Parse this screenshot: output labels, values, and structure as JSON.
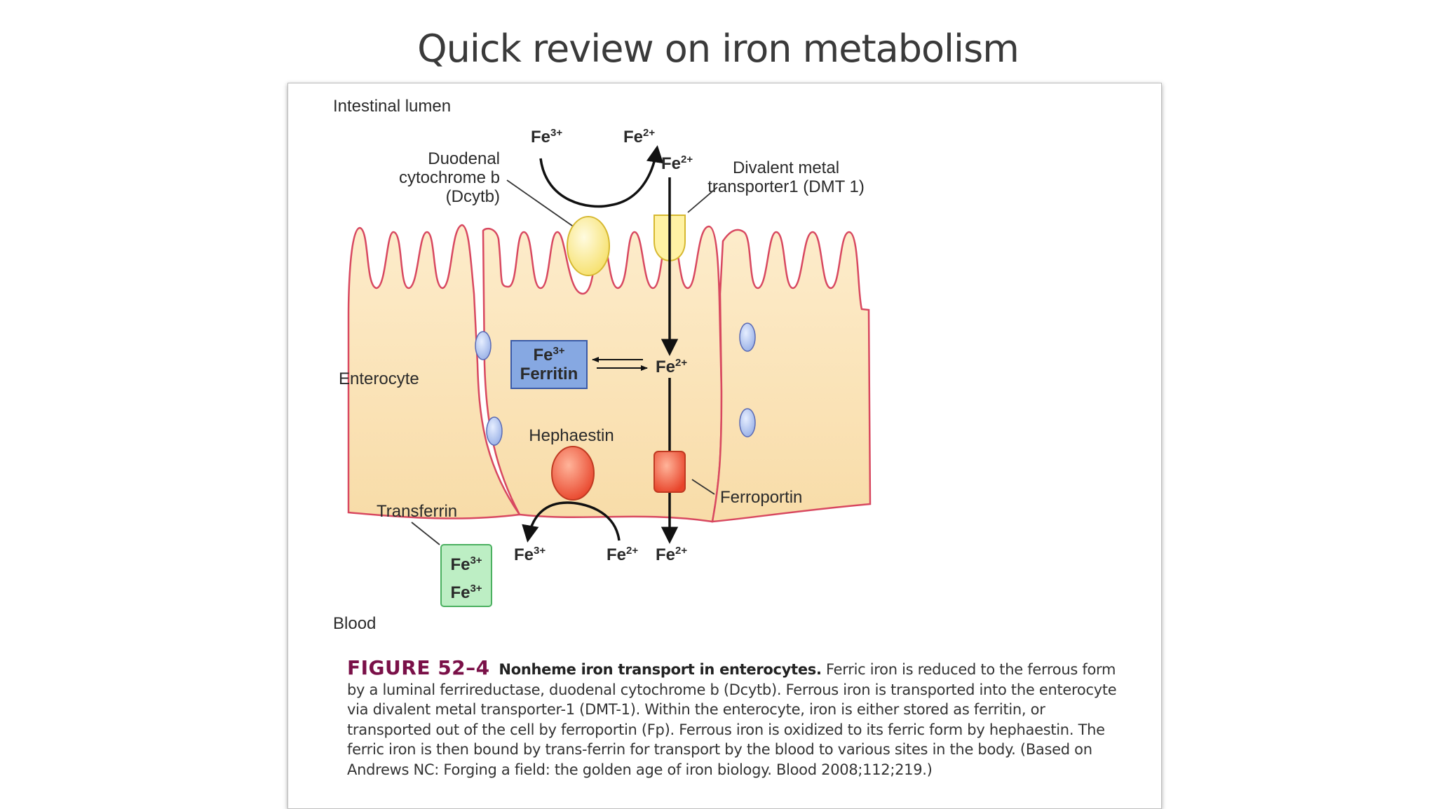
{
  "slide": {
    "title": "Quick review on iron metabolism"
  },
  "labels": {
    "intestinal_lumen": "Intestinal lumen",
    "enterocyte": "Enterocyte",
    "blood": "Blood",
    "dcytb_line1": "Duodenal",
    "dcytb_line2": "cytochrome b",
    "dcytb_line3": "(Dcytb)",
    "dmt1_line1": "Divalent metal",
    "dmt1_line2": "transporter1 (DMT 1)",
    "hephaestin": "Hephaestin",
    "ferroportin": "Ferroportin",
    "transferrin": "Transferrin",
    "ferritin_ion": "Fe",
    "ferritin_charge": "3+",
    "ferritin_name": "Ferritin"
  },
  "ions": {
    "lumen_fe3": {
      "element": "Fe",
      "charge": "3+"
    },
    "lumen_fe2": {
      "element": "Fe",
      "charge": "2+"
    },
    "dmt1_fe2": {
      "element": "Fe",
      "charge": "2+"
    },
    "cell_fe2": {
      "element": "Fe",
      "charge": "2+"
    },
    "blood_fe3": {
      "element": "Fe",
      "charge": "3+"
    },
    "blood_fe2_left": {
      "element": "Fe",
      "charge": "2+"
    },
    "blood_fe2_right": {
      "element": "Fe",
      "charge": "2+"
    },
    "transferrin_fe3_a": {
      "element": "Fe",
      "charge": "3+"
    },
    "transferrin_fe3_b": {
      "element": "Fe",
      "charge": "3+"
    }
  },
  "caption": {
    "figure_label": "FIGURE 52–4",
    "heading": "Nonheme iron transport in enterocytes.",
    "body": "Ferric iron is reduced to the ferrous form by a luminal ferrireductase, duodenal cytochrome b (Dcytb). Ferrous iron is transported into the enterocyte via divalent metal transporter-1 (DMT-1). Within the enterocyte, iron is either stored as ferritin, or transported out of the cell by ferroportin (Fp). Ferrous iron is oxidized to its ferric form by hephaestin. The ferric iron is then bound by trans-ferrin for transport by the blood to various sites in the body. (Based on Andrews NC: Forging a field: the golden age of iron biology. Blood 2008;112;219.)"
  },
  "colors": {
    "cell_fill": "#fbe3b4",
    "membrane": "#d84860",
    "dcytb_fill": "#fff0a0",
    "dmt1_fill": "#fff09a",
    "junction_fill": "#b8c8f0",
    "ferritin_fill": "#84a8e4",
    "hephaestin_fill": "#f06a4a",
    "ferroportin_fill": "#f0603e",
    "transferrin_fill": "#b8ecc0",
    "caption_label": "#7a1048"
  }
}
